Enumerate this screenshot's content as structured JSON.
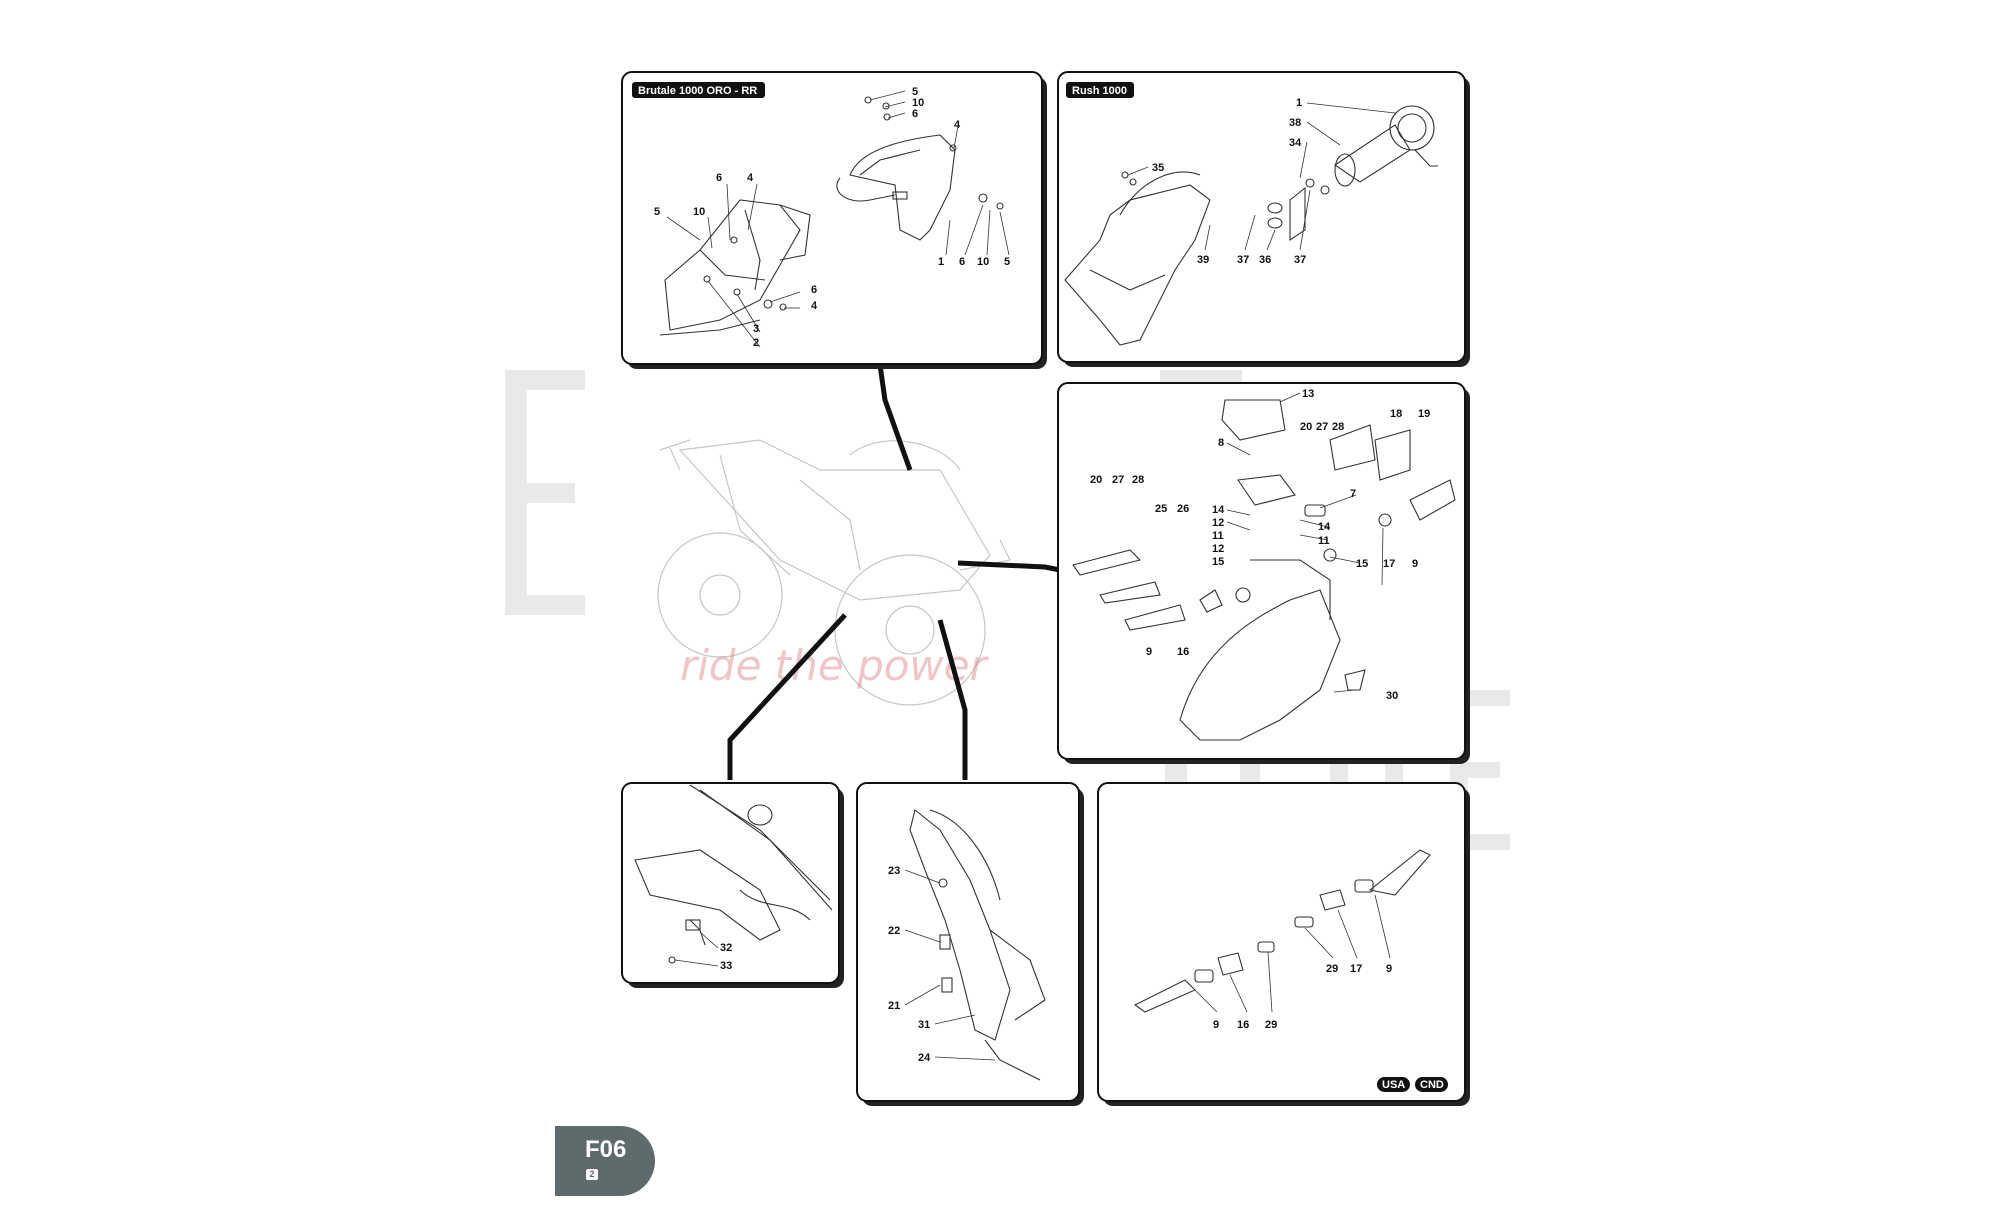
{
  "page": {
    "code": "F06",
    "sub_code": "2"
  },
  "watermark": {
    "brand": "EvolutiOn Bike",
    "tagline": "ride the power"
  },
  "panels": {
    "brutale": {
      "title": "Brutale 1000 ORO - RR",
      "callouts": [
        "5",
        "10",
        "6",
        "4",
        "6",
        "4",
        "5",
        "10",
        "1",
        "6",
        "10",
        "5",
        "6",
        "4",
        "3",
        "2"
      ]
    },
    "rush": {
      "title": "Rush 1000",
      "callouts": [
        "1",
        "38",
        "34",
        "35",
        "39",
        "37",
        "36",
        "37"
      ]
    },
    "tail": {
      "callouts": [
        "13",
        "8",
        "20",
        "27",
        "28",
        "18",
        "19",
        "7",
        "20",
        "27",
        "28",
        "25",
        "26",
        "14",
        "12",
        "11",
        "12",
        "15",
        "14",
        "11",
        "15",
        "17",
        "9",
        "9",
        "16",
        "30"
      ]
    },
    "chain": {
      "callouts": [
        "32",
        "33"
      ]
    },
    "frame": {
      "callouts": [
        "23",
        "22",
        "21",
        "31",
        "24"
      ]
    },
    "indicators": {
      "callouts": [
        "29",
        "17",
        "9",
        "9",
        "16",
        "29"
      ],
      "badges": [
        "USA",
        "CND"
      ]
    }
  }
}
